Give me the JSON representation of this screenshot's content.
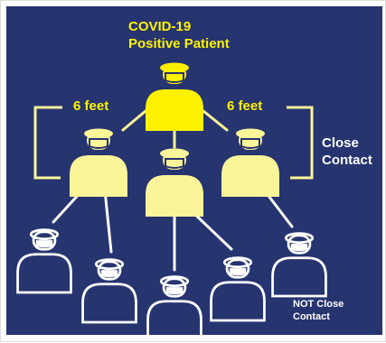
{
  "diagram": {
    "title_line1": "COVID-19",
    "title_line2": "Positive Patient",
    "distance_left": "6 feet",
    "distance_right": "6 feet",
    "close_line1": "Close",
    "close_line2": "Contact",
    "not_close_line1": "NOT Close",
    "not_close_line2": "Contact"
  },
  "colors": {
    "background": "#26346f",
    "patient": "#fff200",
    "close_contact": "#fbf59a",
    "not_close_outline": "#ffffff",
    "text_highlight": "#fff200",
    "text_white": "#ffffff"
  },
  "icons": {
    "person_figure": "person-icon",
    "mask": "face-mask-icon"
  }
}
